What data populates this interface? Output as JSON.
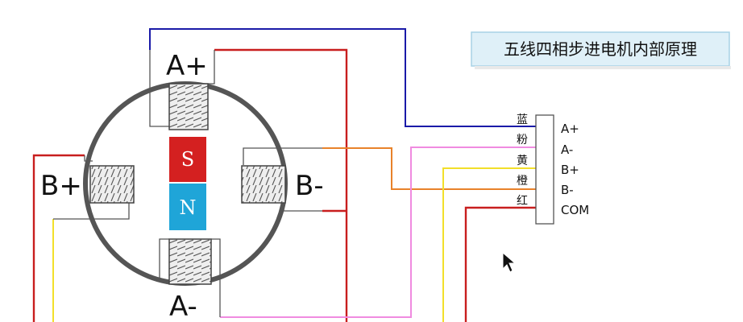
{
  "title": "五线四相步进电机内部原理",
  "poles": {
    "a_plus": "A+",
    "a_minus": "A-",
    "b_plus": "B+",
    "b_minus": "B-"
  },
  "magnet": {
    "north": "N",
    "south": "S",
    "north_color": "#1fa5d8",
    "south_color": "#d42020"
  },
  "connector": {
    "wire_colors": [
      "蓝",
      "粉",
      "黄",
      "橙",
      "红"
    ],
    "terminals": [
      "A+",
      "A-",
      "B+",
      "B-",
      "COM"
    ]
  },
  "colors": {
    "blue_wire": "#1a1aa8",
    "pink_wire": "#f08be0",
    "yellow_wire": "#f2df2a",
    "orange_wire": "#e8822a",
    "red_wire": "#c81e1e",
    "title_box_bg": "#dff0f8",
    "title_box_border": "#a8d2e6"
  }
}
